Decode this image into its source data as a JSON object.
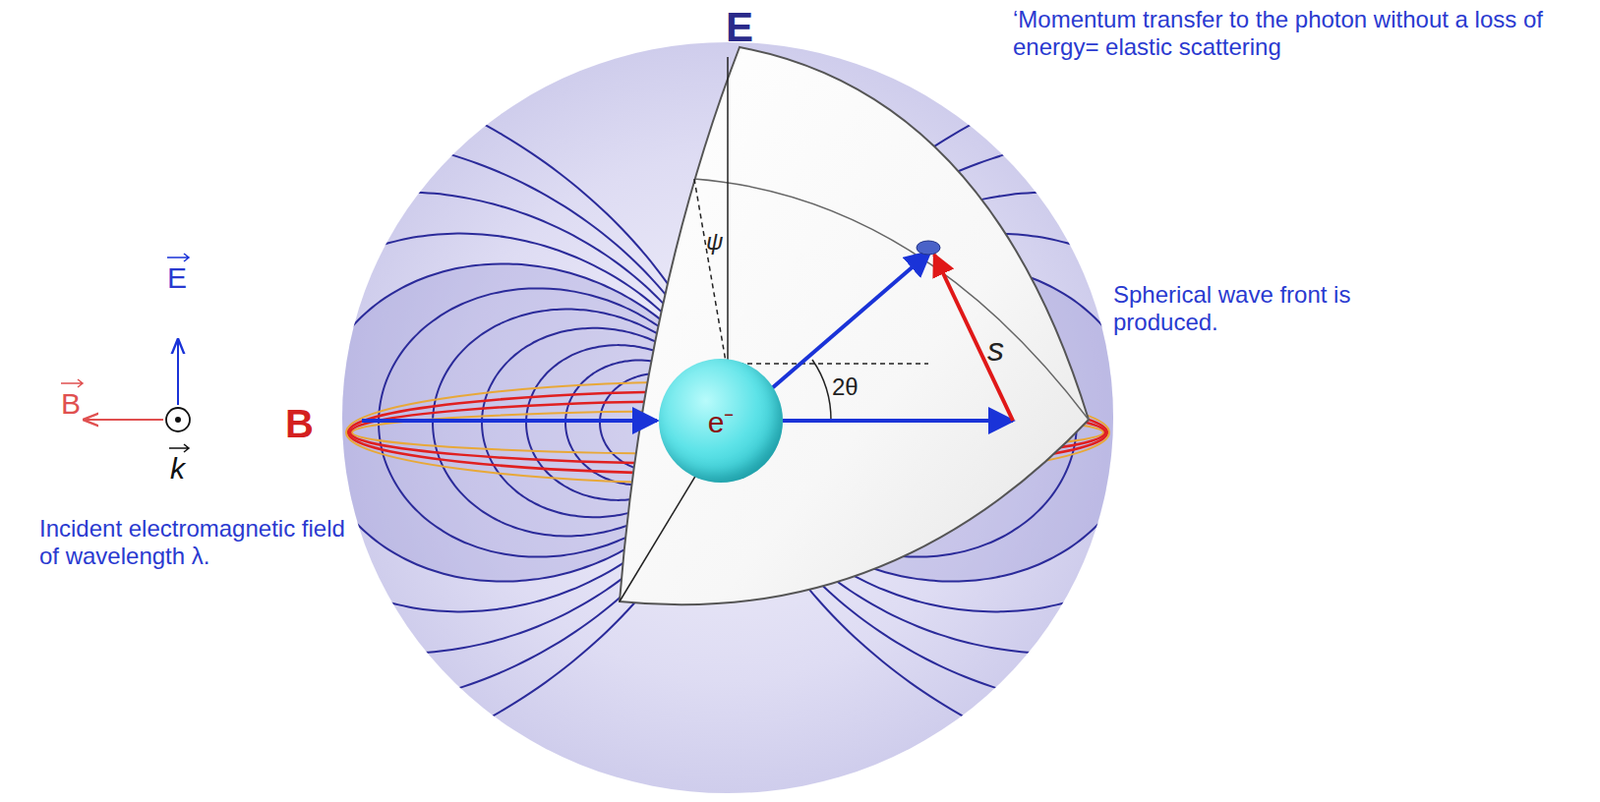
{
  "diagram": {
    "nodes": [
      {
        "text": [
          "e⁻"
        ]
      }
    ],
    "edges": [],
    "labels": [
      "E",
      "B",
      "ψ",
      "2θ",
      "s",
      "E",
      "B",
      "k",
      "Incident electromagnetic field of wavelength λ.",
      "‘Momentum transfer to the photon without a loss of energy= elastic scattering",
      "Spherical wave front is produced."
    ]
  }
}
